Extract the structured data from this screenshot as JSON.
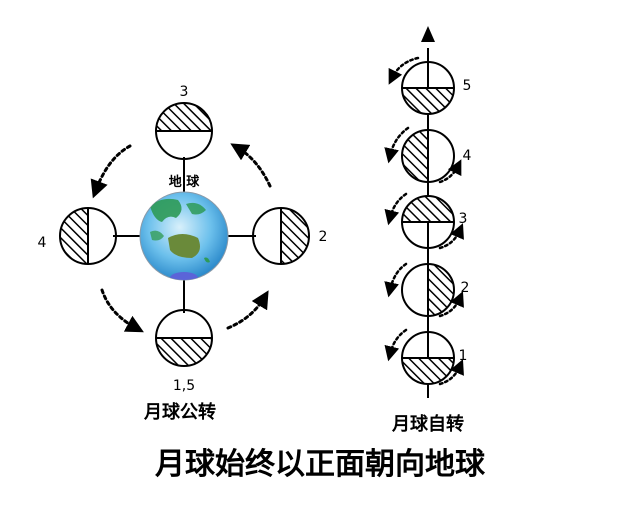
{
  "revolution": {
    "earth_label": "地 球",
    "caption": "月球公转",
    "moons": [
      {
        "label": "3"
      },
      {
        "label": "2"
      },
      {
        "label": "4"
      },
      {
        "label": "1,5"
      }
    ]
  },
  "rotation": {
    "caption": "月球自转",
    "moons": [
      {
        "label": "5"
      },
      {
        "label": "4"
      },
      {
        "label": "3"
      },
      {
        "label": "2"
      },
      {
        "label": "1"
      }
    ]
  },
  "main_caption": "月球始终以正面朝向地球",
  "colors": {
    "ink": "#000000",
    "ocean_light": "#bfe4f7",
    "ocean_mid": "#5bb6e8",
    "ocean_dark": "#1f7fc4",
    "land": "#2e9a57",
    "australia": "#6a8a3a",
    "antarctica": "#5b64d8"
  }
}
